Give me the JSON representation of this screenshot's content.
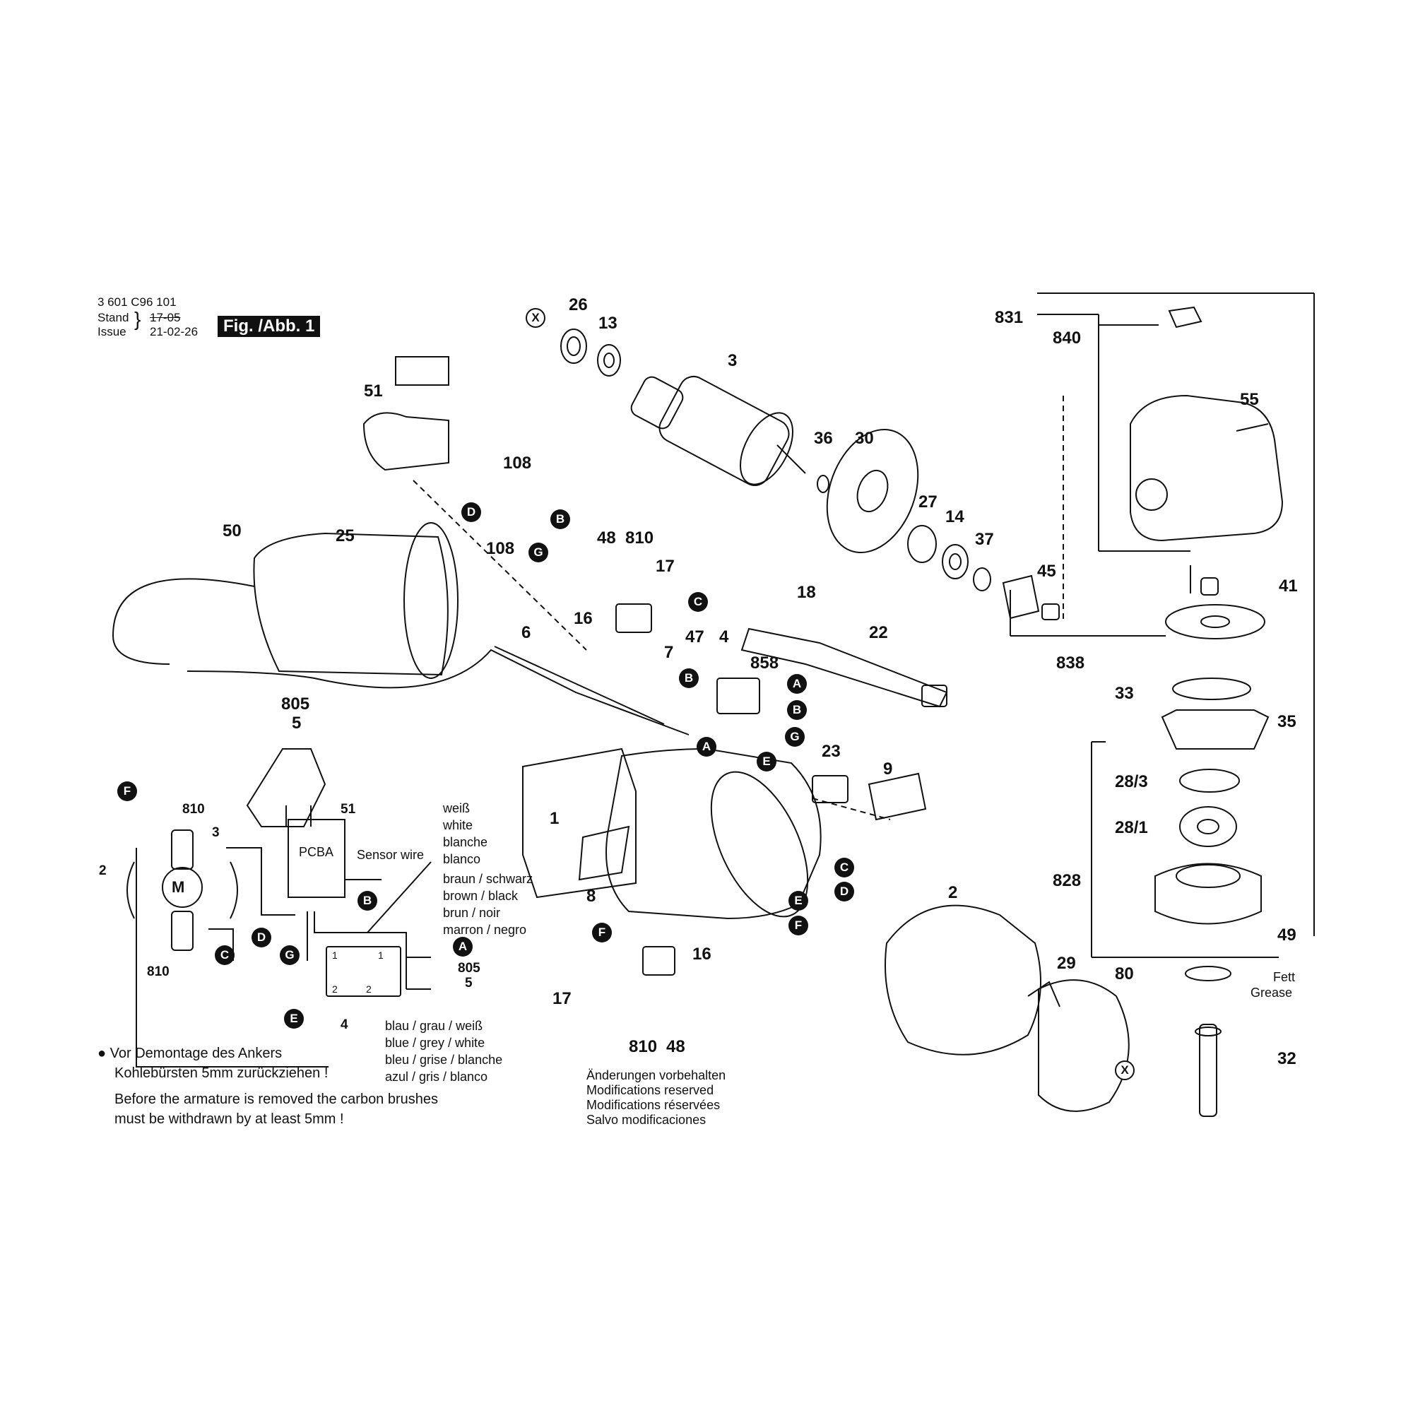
{
  "header": {
    "doc_number": "3 601 C96 101",
    "stand_label": "Stand",
    "issue_label": "Issue",
    "stand_value": "17-05",
    "issue_value": "21-02-26",
    "figure_label": "Fig. /Abb. 1"
  },
  "part_numbers": {
    "p26": "26",
    "p13": "13",
    "p3": "3",
    "p36": "36",
    "p30": "30",
    "p27": "27",
    "p14": "14",
    "p37": "37",
    "p45": "45",
    "p831": "831",
    "p840": "840",
    "p55": "55",
    "p41": "41",
    "p838": "838",
    "p33": "33",
    "p35": "35",
    "p28_3": "28/3",
    "p28_1": "28/1",
    "p828": "828",
    "p49": "49",
    "p80": "80",
    "p32": "32",
    "p51": "51",
    "p108a": "108",
    "p108b": "108",
    "p50": "50",
    "p25": "25",
    "p48": "48",
    "p810": "810",
    "p17": "17",
    "p16": "16",
    "p18": "18",
    "p22": "22",
    "p6": "6",
    "p7": "7",
    "p47": "47",
    "p4": "4",
    "p858": "858",
    "p805": "805",
    "p5": "5",
    "p1": "1",
    "p8": "8",
    "p23": "23",
    "p9": "9",
    "p2": "2",
    "p29": "29",
    "p16b": "16",
    "p17b": "17",
    "p810b": "810",
    "p48b": "48"
  },
  "connectors": [
    "A",
    "B",
    "C",
    "D",
    "E",
    "F",
    "G",
    "X"
  ],
  "schematic": {
    "motor": "M",
    "pcba": "PCBA",
    "sensor_wire": "Sensor wire",
    "num_810a": "810",
    "num_810b": "810",
    "num_3": "3",
    "num_2": "2",
    "num_51": "51",
    "num_4": "4",
    "num_805": "805",
    "num_5": "5",
    "switch_1a": "1",
    "switch_1b": "1",
    "switch_2a": "2",
    "switch_2b": "2",
    "white_colors": [
      "weiß",
      "white",
      "blanche",
      "blanco"
    ],
    "brown_black": [
      "braun   / schwarz",
      "brown   / black",
      "brun     / noir",
      "marron / negro"
    ],
    "blue_grey_white": [
      "blau / grau / weiß",
      "blue / grey / white",
      "bleu / grise / blanche",
      "azul / gris   / blanco"
    ]
  },
  "notes": {
    "bullet_line1": "Vor Demontage des Ankers",
    "bullet_line2": "Kohlebürsten 5mm zurückziehen !",
    "en_line1": "Before the armature is removed the carbon brushes",
    "en_line2": "must be withdrawn by at least 5mm !"
  },
  "modifications": [
    "Änderungen vorbehalten",
    "Modifications reserved",
    "Modifications réservées",
    "Salvo modificaciones"
  ],
  "grease": [
    "Fett",
    "Grease"
  ]
}
